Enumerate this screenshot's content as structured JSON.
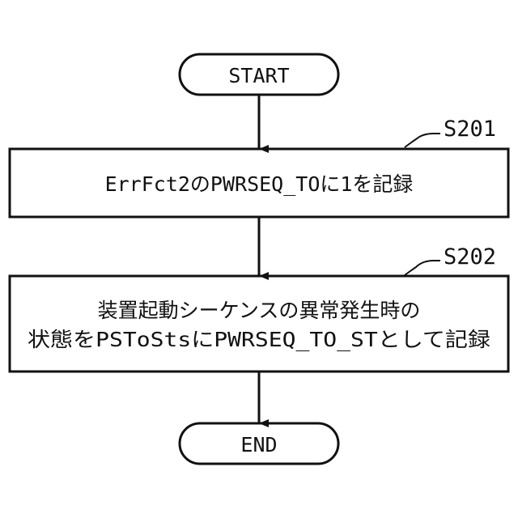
{
  "flowchart": {
    "start_label": "START",
    "end_label": "END",
    "steps": [
      {
        "id": "S201",
        "lines": [
          "ErrFct2のPWRSEQ_TOに1を記録"
        ]
      },
      {
        "id": "S202",
        "lines": [
          "装置起動シーケンスの異常発生時の",
          "状態をPSToStsにPWRSEQ_TO_STとして記録"
        ]
      }
    ]
  },
  "colors": {
    "stroke": "#111111",
    "background": "#ffffff"
  }
}
